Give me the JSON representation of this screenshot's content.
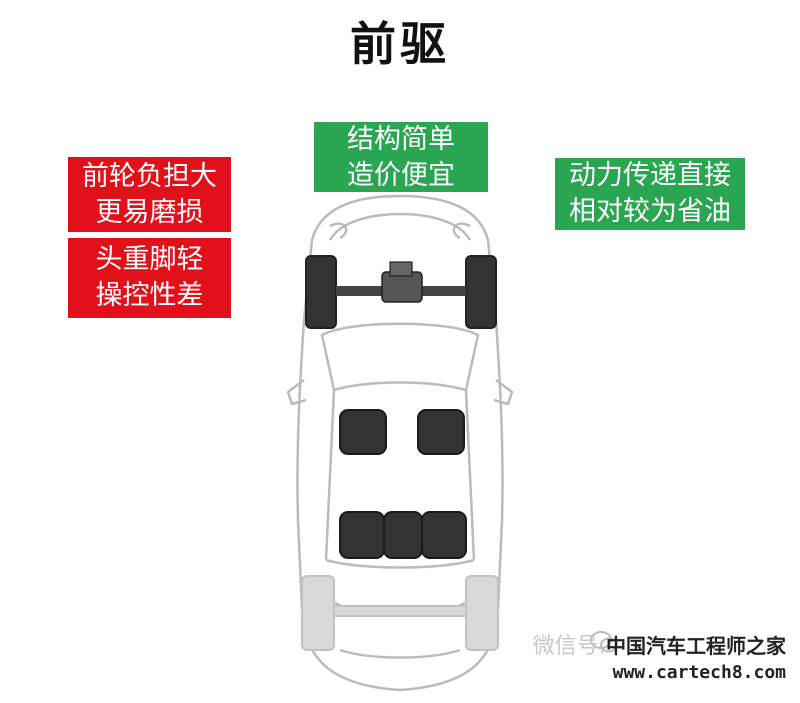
{
  "title": "前驱",
  "labels": {
    "pro_structure": [
      "结构简单",
      "造价便宜"
    ],
    "pro_drive": [
      "动力传递直接",
      "相对较为省油"
    ],
    "con_front": [
      "前轮负担大",
      "更易磨损"
    ],
    "con_handling": [
      "头重脚轻",
      "操控性差"
    ]
  },
  "colors": {
    "con": "#e2101a",
    "pro": "#2aa552",
    "drivetrain": "#333333",
    "outline": "#bbbbbb"
  },
  "watermark": {
    "prefix": "微信号:",
    "brand": "中国汽车工程师之家",
    "site": "www.cartech8.com"
  },
  "icons": {
    "watermark": "wechat-icon"
  }
}
